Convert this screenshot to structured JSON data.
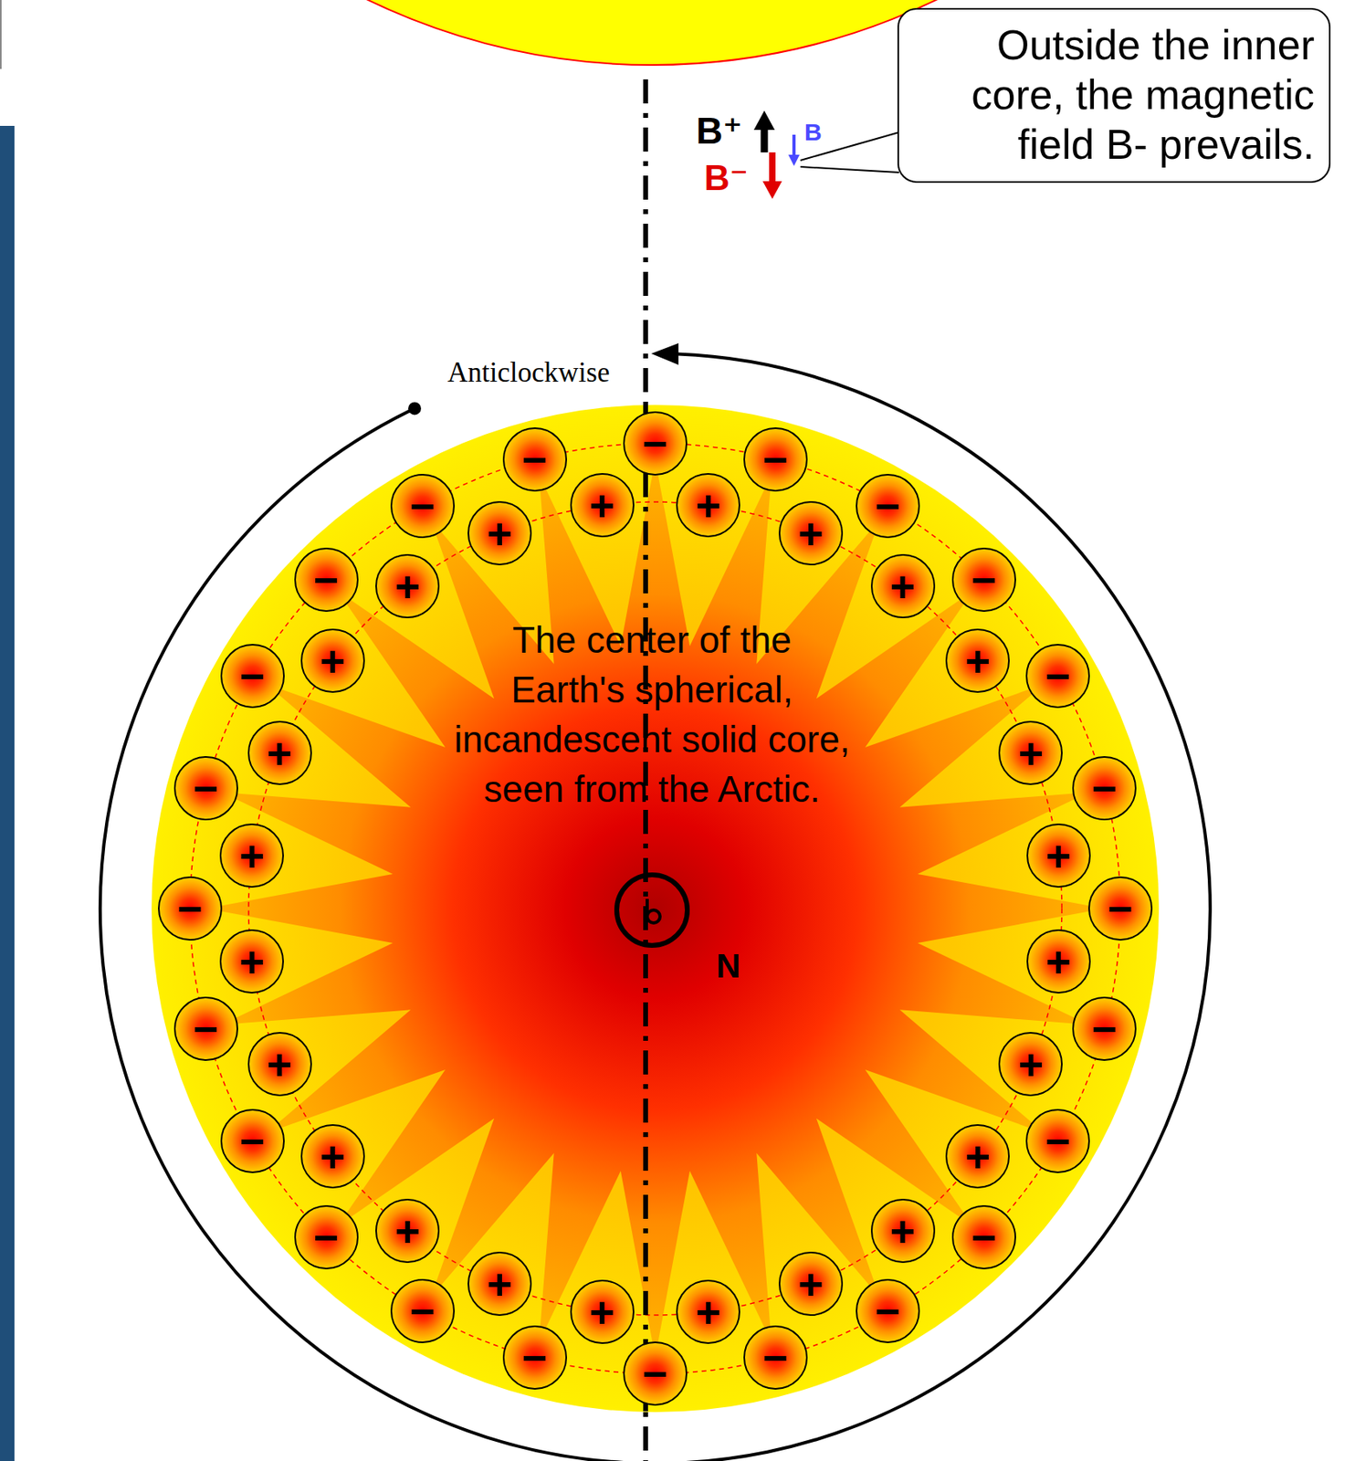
{
  "diagram": {
    "nodes": [
      {
        "text": [
          "Outside the inner core, the magnetic field B- prevails."
        ]
      },
      {
        "text": [
          "The center of the Earth's spherical, incandescent solid core, seen from the Arctic."
        ]
      },
      {
        "text": [
          "−"
        ],
        "in": 1
      },
      {
        "text": [
          "+"
        ],
        "in": 1
      },
      {
        "text": [
          "−"
        ],
        "in": 1
      },
      {
        "text": [
          "+"
        ],
        "in": 1
      },
      {
        "text": [
          "−"
        ],
        "in": 1
      },
      {
        "text": [
          "+"
        ],
        "in": 1
      },
      {
        "text": [
          "−"
        ],
        "in": 1
      },
      {
        "text": [
          "+"
        ],
        "in": 1
      },
      {
        "text": [
          "−"
        ],
        "in": 1
      },
      {
        "text": [
          "+"
        ],
        "in": 1
      },
      {
        "text": [
          "−"
        ],
        "in": 1
      },
      {
        "text": [
          "+"
        ],
        "in": 1
      },
      {
        "text": [
          "−"
        ],
        "in": 1
      },
      {
        "text": [
          "+"
        ],
        "in": 1
      },
      {
        "text": [
          "−"
        ],
        "in": 1
      },
      {
        "text": [
          "+"
        ],
        "in": 1
      },
      {
        "text": [
          "−"
        ],
        "in": 1
      },
      {
        "text": [
          "+"
        ],
        "in": 1
      },
      {
        "text": [
          "−"
        ],
        "in": 1
      },
      {
        "text": [
          "+"
        ],
        "in": 1
      },
      {
        "text": [
          "−"
        ],
        "in": 1
      },
      {
        "text": [
          "+"
        ],
        "in": 1
      },
      {
        "text": [
          "−"
        ],
        "in": 1
      },
      {
        "text": [
          "+"
        ],
        "in": 1
      },
      {
        "text": [
          "−"
        ],
        "in": 1
      },
      {
        "text": [
          "+"
        ],
        "in": 1
      },
      {
        "text": [
          "−"
        ],
        "in": 1
      },
      {
        "text": [
          "+"
        ],
        "in": 1
      },
      {
        "text": [
          "−"
        ],
        "in": 1
      },
      {
        "text": [
          "+"
        ],
        "in": 1
      },
      {
        "text": [
          "−"
        ],
        "in": 1
      },
      {
        "text": [
          "+"
        ],
        "in": 1
      },
      {
        "text": [
          "−"
        ],
        "in": 1
      },
      {
        "text": [
          "+"
        ],
        "in": 1
      },
      {
        "text": [
          "−"
        ],
        "in": 1
      },
      {
        "text": [
          "+"
        ],
        "in": 1
      },
      {
        "text": [
          "−"
        ],
        "in": 1
      },
      {
        "text": [
          "+"
        ],
        "in": 1
      },
      {
        "text": [
          "−"
        ],
        "in": 1
      },
      {
        "text": [
          "+"
        ],
        "in": 1
      },
      {
        "text": [
          "−"
        ],
        "in": 1
      },
      {
        "text": [
          "+"
        ],
        "in": 1
      },
      {
        "text": [
          "−"
        ],
        "in": 1
      },
      {
        "text": [
          "+"
        ],
        "in": 1
      },
      {
        "text": [
          "−"
        ],
        "in": 1
      },
      {
        "text": [
          "+"
        ],
        "in": 1
      },
      {
        "text": [
          "−"
        ],
        "in": 1
      },
      {
        "text": [
          "+"
        ],
        "in": 1
      }
    ],
    "labels": [
      "B⁺",
      "B⁻",
      "B",
      "Anticlockwise",
      "N"
    ]
  }
}
